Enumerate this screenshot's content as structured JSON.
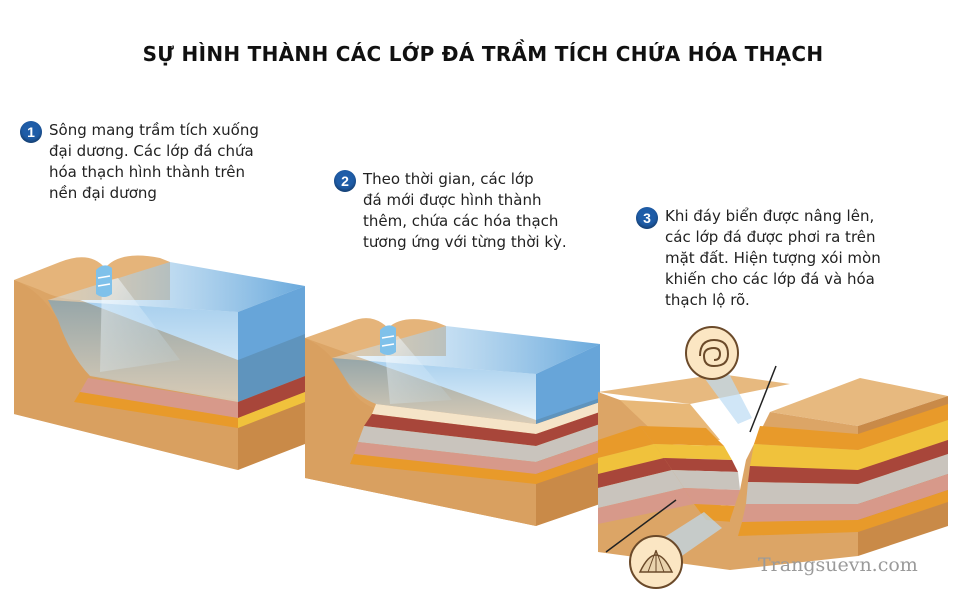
{
  "title": "SỰ HÌNH THÀNH CÁC LỚP ĐÁ TRẦM TÍCH CHỨA HÓA THẠCH",
  "steps": [
    {
      "number": "1",
      "lines": [
        "Sông mang trầm tích xuống",
        "đại dương. Các lớp đá chứa",
        "hóa thạch hình thành trên",
        "nền đại dương"
      ]
    },
    {
      "number": "2",
      "lines": [
        "Theo thời gian, các lớp",
        "đá mới được hình thành",
        "thêm, chứa các hóa thạch",
        "tương ứng với từng thời kỳ."
      ]
    },
    {
      "number": "3",
      "lines": [
        "Khi đáy biển được nâng lên,",
        "các lớp đá được phơi ra trên",
        "mặt đất. Hiện tượng xói mòn",
        "khiến cho các lớp đá và hóa",
        "thạch lộ rõ."
      ]
    }
  ],
  "watermark": "Trangsuevn.com",
  "colors": {
    "badge": "#1f5da8",
    "ground": "#e8b878",
    "water": "#6fb0e0",
    "layer_red": "#a8463a",
    "layer_gray": "#c9c4bd",
    "layer_yellow": "#f0c23c",
    "layer_orange": "#e89a2a",
    "layer_pink": "#d99a86"
  },
  "icons": [
    "snail-fossil-icon",
    "shell-fossil-icon",
    "river-waterfall-icon"
  ]
}
